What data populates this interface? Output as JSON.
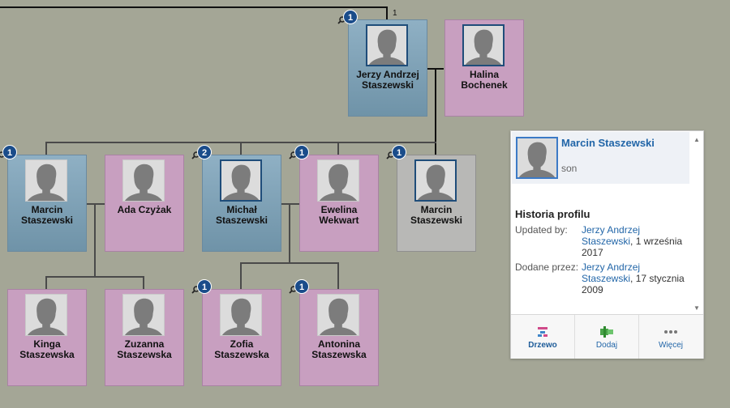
{
  "tree": {
    "top_count": "1",
    "people": [
      {
        "id": "jerzy",
        "name": "Jerzy Andrzej Staszewski",
        "badge": "1"
      },
      {
        "id": "halina",
        "name": "Halina Bochenek",
        "badge": ""
      },
      {
        "id": "marcin1",
        "name": "Marcin Staszewski",
        "badge": "1"
      },
      {
        "id": "ada",
        "name": "Ada Czyżak",
        "badge": ""
      },
      {
        "id": "michal",
        "name": "Michał Staszewski",
        "badge": "2"
      },
      {
        "id": "ewelina",
        "name": "Ewelina Wekwart",
        "badge": "1"
      },
      {
        "id": "marcin2",
        "name": "Marcin Staszewski",
        "badge": "1"
      },
      {
        "id": "kinga",
        "name": "Kinga Staszewska",
        "badge": ""
      },
      {
        "id": "zuzanna",
        "name": "Zuzanna Staszewska",
        "badge": ""
      },
      {
        "id": "zofia",
        "name": "Zofia Staszewska",
        "badge": "1"
      },
      {
        "id": "antonina",
        "name": "Antonina Staszewska",
        "badge": "1"
      }
    ]
  },
  "panel": {
    "name": "Marcin Staszewski",
    "relation": "son",
    "history_title": "Historia profilu",
    "updated_label": "Updated by:",
    "updated_link": "Jerzy Andrzej Staszewski",
    "updated_date": ", 1 września 2017",
    "added_label": "Dodane przez:",
    "added_link": "Jerzy Andrzej Staszewski",
    "added_date": ", 17 stycznia 2009",
    "footer": [
      {
        "label": "Drzewo",
        "icon": "tree-icon"
      },
      {
        "label": "Dodaj",
        "icon": "add-person-icon"
      },
      {
        "label": "Więcej",
        "icon": "more-dots-icon"
      }
    ]
  },
  "colors": {
    "male": "#7fa2b8",
    "female": "#c89fc0",
    "link": "#2266a8",
    "badge": "#1a4c8a"
  }
}
